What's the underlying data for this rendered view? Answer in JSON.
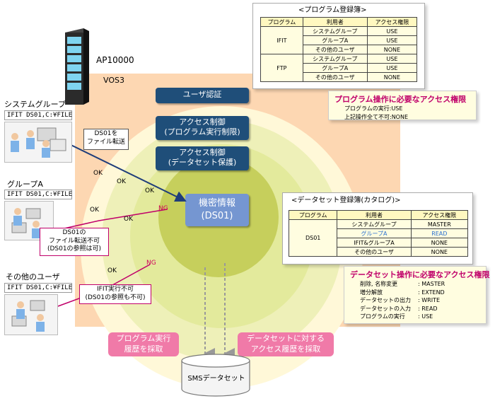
{
  "server": {
    "name": "AP10000",
    "os": "VOS3"
  },
  "layers": {
    "user_auth": "ユーザ認証",
    "access_program": [
      "アクセス制御",
      "(プログラム実行制限)"
    ],
    "access_dataset": [
      "アクセス制御",
      "(データセット保護)"
    ],
    "core": [
      "機密情報",
      "(DS01)"
    ]
  },
  "groups": [
    {
      "label": "システムグループ",
      "file": "IFIT DS01,C:¥FILE"
    },
    {
      "label": "グループA",
      "file": "IFIT DS01,C:¥FILE"
    },
    {
      "label": "その他のユーザ",
      "file": "IFIT DS01,C:¥FILE"
    }
  ],
  "callouts": {
    "transfer": [
      "DS01を",
      "ファイル転送"
    ],
    "transfer_ng": [
      "DS01の",
      "ファイル転送不可",
      "(DS01の参照は可)"
    ],
    "ifit_ng": [
      "IFIT実行不可",
      "(DS01の参照も不可)"
    ]
  },
  "marks": {
    "ok": "OK",
    "ng": "NG"
  },
  "program_registry": {
    "title": "<プログラム登録簿>",
    "headers": [
      "プログラム",
      "利用者",
      "アクセス権限"
    ],
    "rows": [
      {
        "program": "IFIT",
        "user": "システムグループ",
        "perm": "USE"
      },
      {
        "program": "",
        "user": "グループA",
        "perm": "USE"
      },
      {
        "program": "",
        "user": "その他のユーザ",
        "perm": "NONE"
      },
      {
        "program": "FTP",
        "user": "システムグループ",
        "perm": "USE"
      },
      {
        "program": "",
        "user": "グループA",
        "perm": "USE"
      },
      {
        "program": "",
        "user": "その他のユーザ",
        "perm": "NONE"
      }
    ]
  },
  "program_note": {
    "title": "プログラム操作に必要なアクセス権限",
    "lines": [
      "プログラムの実行:USE",
      "上記操作全て不可:NONE"
    ]
  },
  "dataset_registry": {
    "title": "<データセット登録簿(カタログ)>",
    "headers": [
      "プログラム",
      "利用者",
      "アクセス権限"
    ],
    "program": "DS01",
    "rows": [
      {
        "user": "システムグループ",
        "perm": "MASTER"
      },
      {
        "user": "グループA",
        "perm": "READ"
      },
      {
        "user": "IFIT&グループA",
        "perm": "NONE"
      },
      {
        "user": "その他のユーザ",
        "perm": "NONE"
      }
    ]
  },
  "dataset_note": {
    "title": "データセット操作に必要なアクセス権限",
    "rows": [
      {
        "op": "削除, 名称変更",
        "perm": ": MASTER"
      },
      {
        "op": "増分解放",
        "perm": ": EXTEND"
      },
      {
        "op": "データセットの出力",
        "perm": ": WRITE"
      },
      {
        "op": "データセットの入力",
        "perm": ": READ"
      },
      {
        "op": "プログラムの実行",
        "perm": ": USE"
      }
    ]
  },
  "history": {
    "program": [
      "プログラム実行",
      "履歴を採取"
    ],
    "dataset": [
      "データセットに対する",
      "アクセス履歴を採取"
    ]
  },
  "sms": "SMSデータセット"
}
